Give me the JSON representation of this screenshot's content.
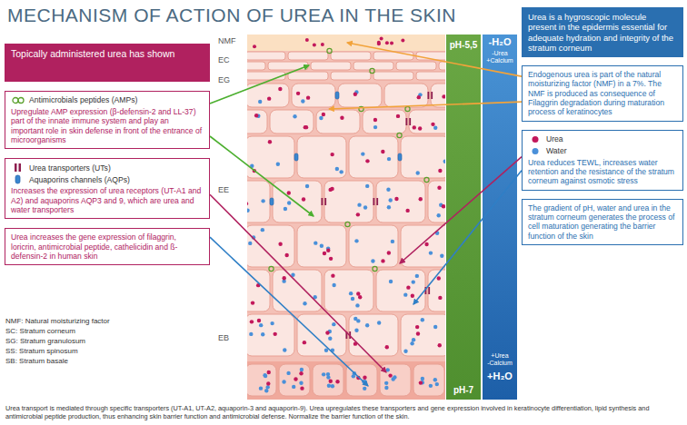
{
  "diagram": {
    "title": "MECHANISM OF ACTION OF UREA IN THE SKIN",
    "caption": "Urea transport is mediated through specific transporters (UT-A1, UT-A2, aquaporin-3 and aquaporin-9). Urea upregulates these transporters and gene expression involved in keratinocyte differentiation, lipid synthesis and antimicrobial peptide production, thus enhancing skin barrier function and antimicrobial defense. Normalize the barrier function of the skin.",
    "nodes": [
      {
        "text": [
          "Topically administered urea has shown"
        ]
      },
      {
        "text": [
          "Antimicrobials peptides (AMPs)",
          "Upregulate AMP expression (β-defensin-2 and LL-37) part of the innate immune system and play an important role in skin defense in front of the entrance of microorganisms"
        ]
      },
      {
        "text": [
          "Urea transporters (UTs)",
          "Aquaporins channels (AQPs)",
          "Increases the expression of urea receptors (UT-A1 and A2) and aquaporins AQP3 and 9, which are urea and water transporters"
        ]
      },
      {
        "text": [
          "Urea increases the gene expression of filaggrin, loricrin, antimicrobial peptide, cathelicidin and ß-defensin-2 in human skin"
        ]
      },
      {
        "text": [
          "Urea is a hygroscopic molecule present in the epidermis essential for adequate hydration and integrity of the stratum corneum"
        ]
      },
      {
        "text": [
          "Endogenous urea is part of the natural moisturizing factor (NMF) in a 7%. The NMF is produced as consequence of Filaggrin degradation during maturation process of keratinocytes"
        ]
      },
      {
        "text": [
          "Urea",
          "Water",
          "Urea reduces TEWL, increases water retention and the resistance of the stratum corneum against osmotic stress"
        ]
      },
      {
        "text": [
          "The gradient of pH, water and urea in the stratum corneum generates the process of cell maturation generating the barrier function of the skin"
        ]
      }
    ],
    "labels": [
      "NMF",
      "EC",
      "EG",
      "EE",
      "EB",
      "pH-5,5",
      "pH-7",
      "-H₂O",
      "-Urea",
      "+Calcium",
      "+Urea",
      "-Calcium",
      "+H₂O",
      "NMF: Natural moisturizing factor",
      "SC: Stratum corneum",
      "SG: Stratum granulosum",
      "SS: Stratum spinosum",
      "SB: Stratum basale"
    ]
  }
}
